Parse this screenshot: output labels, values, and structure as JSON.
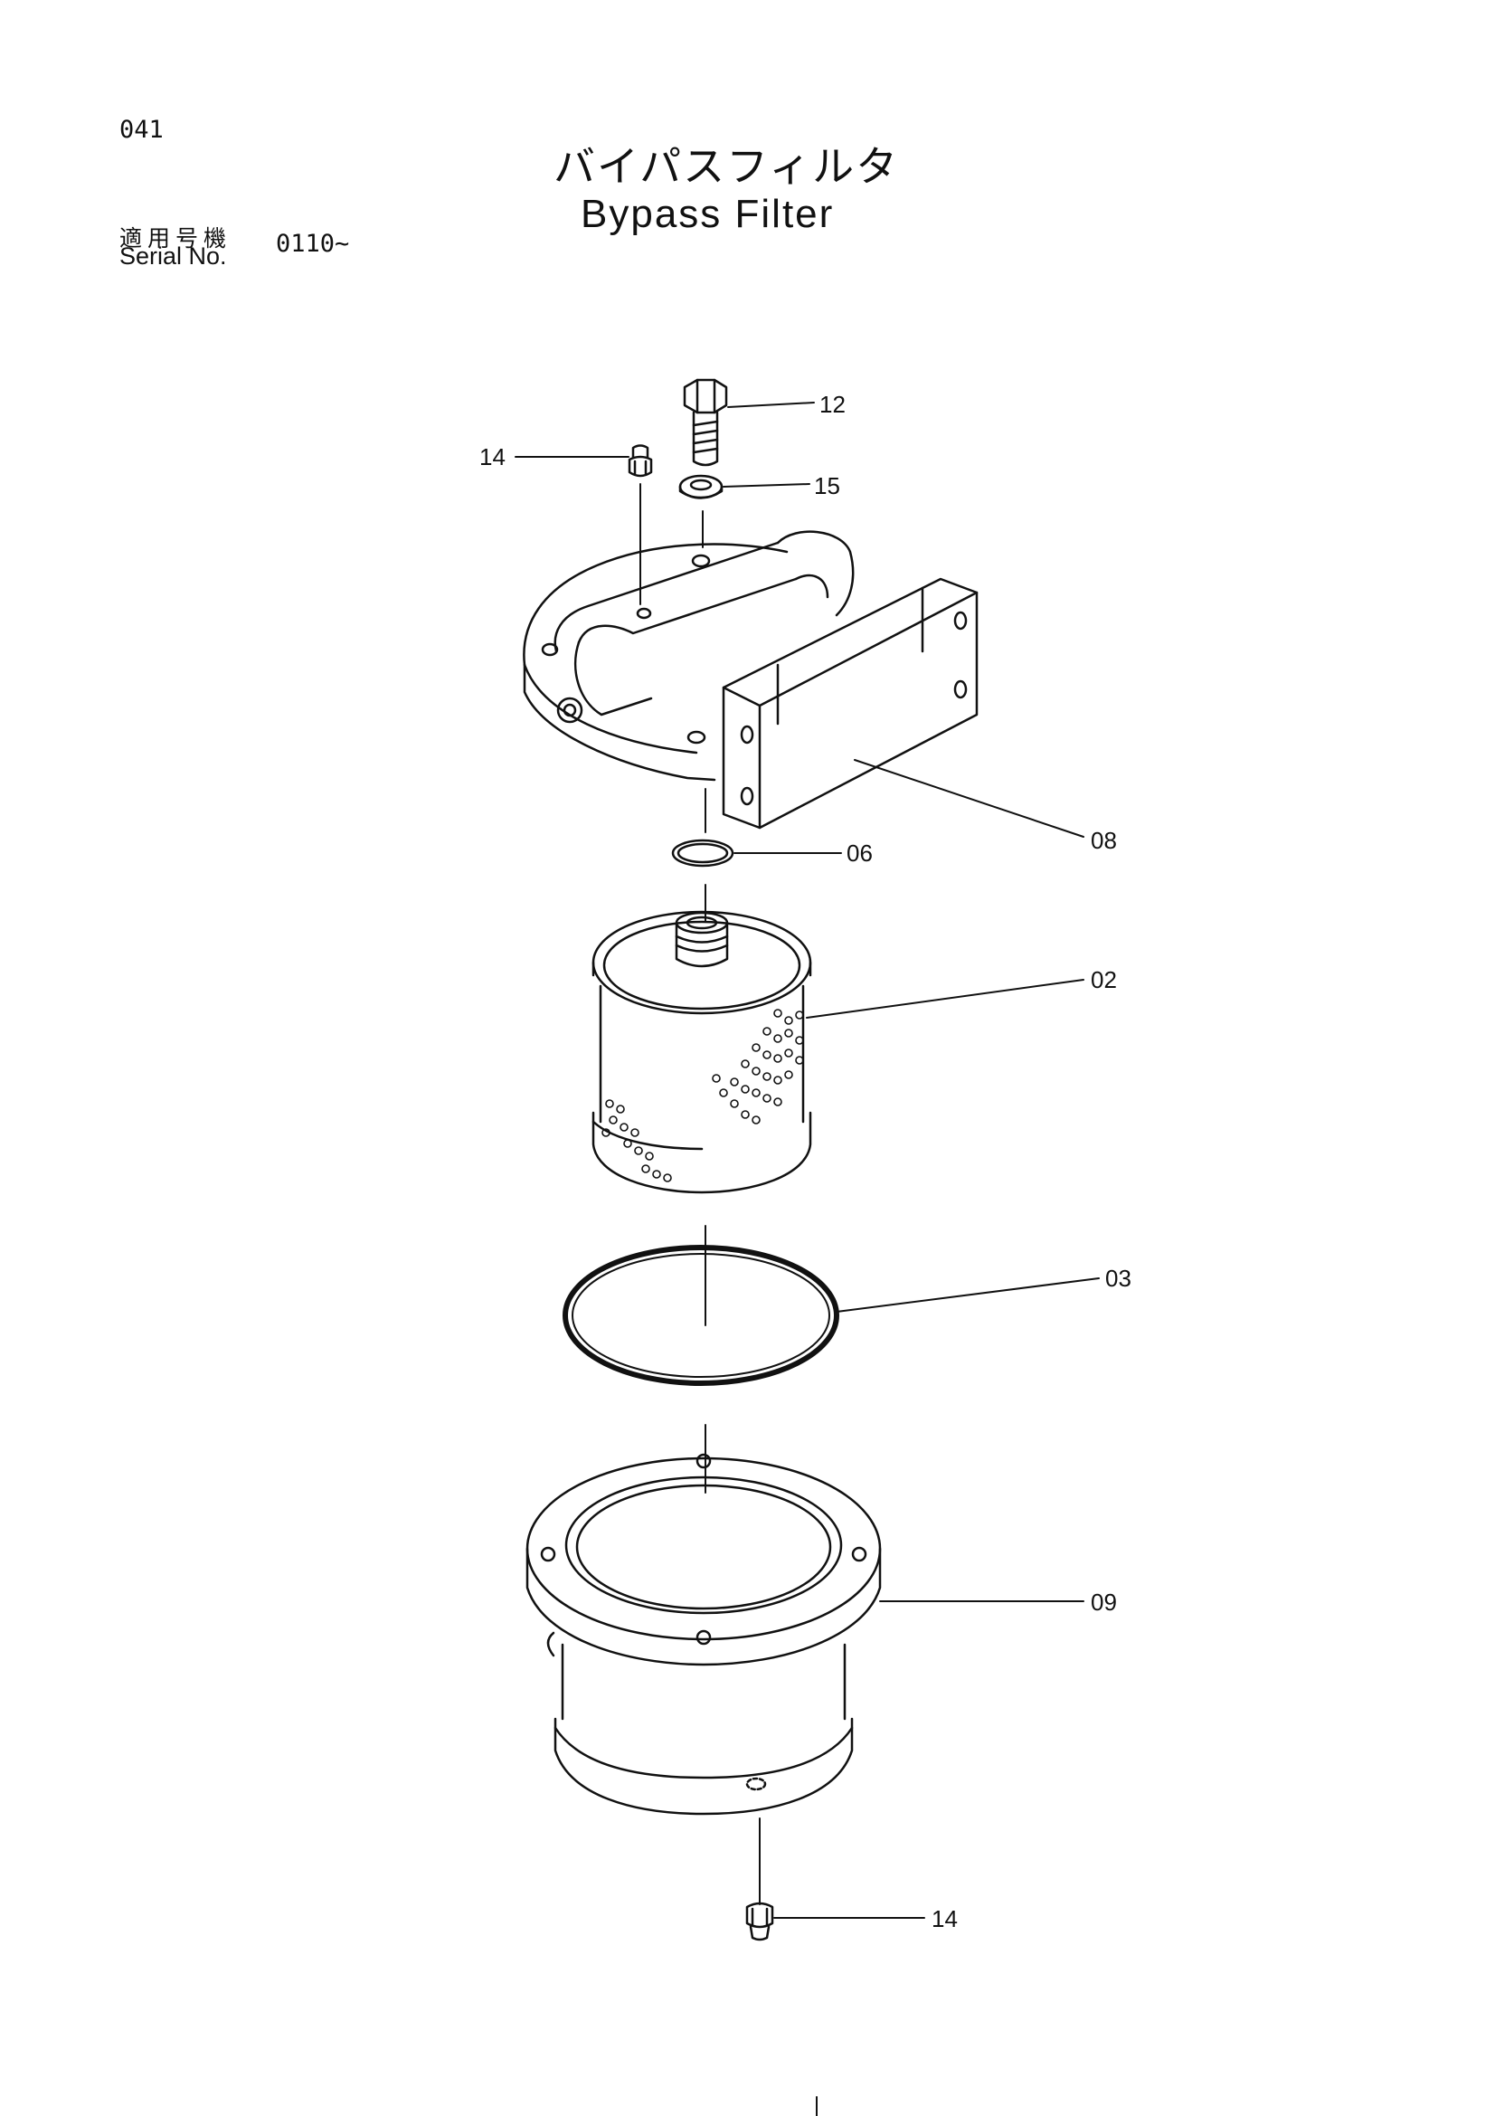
{
  "page_number": "041",
  "title_jp": "バイパスフィルタ",
  "title_en": "Bypass Filter",
  "serial_label_jp": "適用号機",
  "serial_label_en": "Serial No.",
  "serial_value": "0110~",
  "callouts": {
    "bolt": "12",
    "plug_top": "14",
    "washer": "15",
    "head": "08",
    "oring_small": "06",
    "element": "02",
    "oring_large": "03",
    "case": "09",
    "plug_bottom": "14"
  }
}
